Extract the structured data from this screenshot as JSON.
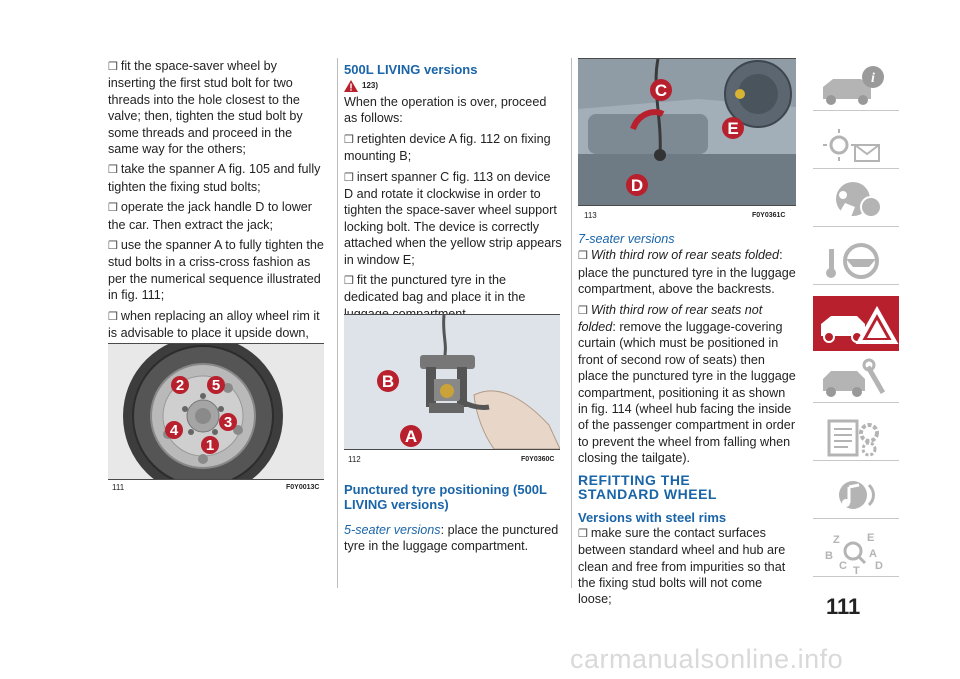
{
  "col1": {
    "p1": "fit the space-saver wheel by inserting the first stud bolt for two threads into the hole closest to the valve; then, tighten the stud bolt by some threads and proceed in the same way for the others;",
    "p2": "take the spanner A fig. 105 and fully tighten the fixing stud bolts;",
    "p3": "operate the jack handle D to lower the car. Then extract the jack;",
    "p4": "use the spanner A to fully tighten the stud bolts in a criss-cross fashion as per the numerical sequence illustrated in fig. 111;",
    "p5": "when replacing an alloy wheel rim it is advisable to place it upside down, with the aesthetic part facing upwards.",
    "fig": {
      "number": "111",
      "code": "F0Y0013C",
      "labels": [
        "1",
        "2",
        "3",
        "4",
        "5"
      ]
    }
  },
  "col2": {
    "heading": "500L LIVING versions",
    "warning_ref": "123)",
    "p1": "When the operation is over, proceed as follows:",
    "p2": "retighten device A fig. 112 on fixing mounting B;",
    "p3": "insert spanner C fig. 113 on device D and rotate it clockwise in order to tighten the space-saver wheel support locking bolt. The device is correctly attached when the yellow strip appears in window E;",
    "p4": "fit the punctured tyre in the dedicated bag and place it in the luggage compartment.",
    "fig": {
      "number": "112",
      "code": "F0Y0360C",
      "labels": [
        "B",
        "A"
      ]
    },
    "heading2": "Punctured tyre positioning (500L LIVING versions)",
    "p5_italic": "5-seater versions",
    "p5_rest": ": place the punctured tyre in the luggage compartment."
  },
  "col3": {
    "fig": {
      "number": "113",
      "code": "F0Y0361C",
      "labels": [
        "C",
        "E",
        "D"
      ]
    },
    "sub": "7-seater versions",
    "b1_italic": "With third row of rear seats folded",
    "b1_rest": ": place the punctured tyre in the luggage compartment, above the backrests.",
    "b2_italic": "With third row of rear seats not folded",
    "b2_rest": ": remove the luggage-covering curtain (which must be positioned in front of second row of seats) then place the punctured tyre in the luggage compartment, positioning it as shown in fig. 114 (wheel hub facing the inside of the passenger compartment in order to prevent the wheel from falling when closing the tailgate).",
    "heading": "REFITTING THE STANDARD WHEEL",
    "subheading": "Versions with steel rims",
    "p_last": "make sure the contact surfaces between standard wheel and hub are clean and free from impurities so that the fixing stud bolts will not come loose;"
  },
  "sidebar": {
    "tabs": [
      "car-info-icon",
      "warning-lights-icon",
      "seat-safety-icon",
      "steering-wheel-icon",
      "emergency-icon",
      "maintenance-icon",
      "technical-data-icon",
      "multimedia-icon",
      "index-icon"
    ],
    "active_index": 4,
    "active_color": "#b8202d",
    "index_letters": [
      "Z",
      "E",
      "B",
      "A",
      "C",
      "D",
      "T"
    ]
  },
  "page_number": "111",
  "bullet_symbol": "❒",
  "watermark": "carmanualsonline.info"
}
